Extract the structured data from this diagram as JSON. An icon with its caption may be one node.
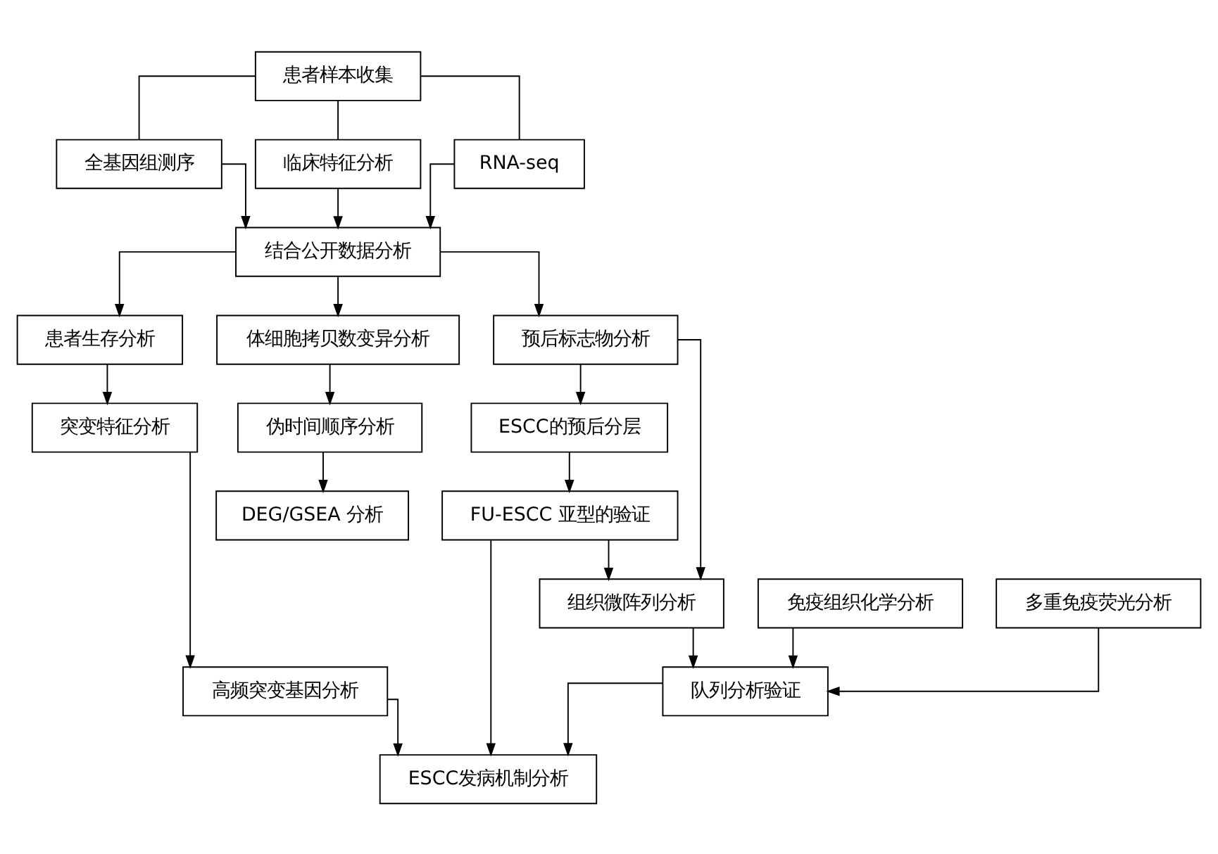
{
  "diagram": {
    "nodes": [
      {
        "text": [
          "患者样本收集"
        ]
      },
      {
        "text": [
          "全基因组测序"
        ]
      },
      {
        "text": [
          "临床特征分析"
        ]
      },
      {
        "text": [
          "RNA-seq"
        ]
      },
      {
        "text": [
          "结合公开数据分析"
        ]
      },
      {
        "text": [
          "患者生存分析"
        ]
      },
      {
        "text": [
          "突变特征分析"
        ]
      },
      {
        "text": [
          "高频突变基因分析"
        ]
      },
      {
        "text": [
          "体细胞拷贝数变异分析"
        ]
      },
      {
        "text": [
          "伪时间顺序分析"
        ]
      },
      {
        "text": [
          "DEG/GSEA 分析"
        ]
      },
      {
        "text": [
          "预后标志物分析"
        ]
      },
      {
        "text": [
          "ESCC的预后分层"
        ]
      },
      {
        "text": [
          "FU-ESCC 亚型的验证"
        ]
      },
      {
        "text": [
          "ESCC发病机制分析"
        ]
      },
      {
        "text": [
          "队列分析验证"
        ]
      },
      {
        "text": [
          "组织微阵列分析"
        ]
      },
      {
        "text": [
          "免疫组织化学分析"
        ]
      },
      {
        "text": [
          "多重免疫荧光分析"
        ]
      }
    ],
    "edges": [
      {
        "from": 0,
        "to": 1,
        "arrow": "none"
      },
      {
        "from": 0,
        "to": 2,
        "arrow": "none"
      },
      {
        "from": 0,
        "to": 3,
        "arrow": "none"
      },
      {
        "from": 1,
        "to": 4,
        "arrow": "to"
      },
      {
        "from": 2,
        "to": 4,
        "arrow": "to"
      },
      {
        "from": 3,
        "to": 4,
        "arrow": "to"
      },
      {
        "from": 4,
        "to": 5,
        "arrow": "to"
      },
      {
        "from": 4,
        "to": 8,
        "arrow": "to"
      },
      {
        "from": 4,
        "to": 11,
        "arrow": "to"
      },
      {
        "from": 5,
        "to": 6,
        "arrow": "to"
      },
      {
        "from": 6,
        "to": 7,
        "arrow": "to"
      },
      {
        "from": 8,
        "to": 9,
        "arrow": "to"
      },
      {
        "from": 9,
        "to": 10,
        "arrow": "to"
      },
      {
        "from": 11,
        "to": 12,
        "arrow": "to"
      },
      {
        "from": 12,
        "to": 13,
        "arrow": "to"
      },
      {
        "from": 7,
        "to": 14,
        "arrow": "to"
      },
      {
        "from": 13,
        "to": 14,
        "arrow": "to"
      },
      {
        "from": 11,
        "to": 16,
        "arrow": "to"
      },
      {
        "from": 13,
        "to": 16,
        "arrow": "to"
      },
      {
        "from": 16,
        "to": 15,
        "arrow": "to"
      },
      {
        "from": 17,
        "to": 15,
        "arrow": "to"
      },
      {
        "from": 18,
        "to": 15,
        "arrow": "to"
      },
      {
        "from": 15,
        "to": 14,
        "arrow": "to"
      }
    ]
  }
}
